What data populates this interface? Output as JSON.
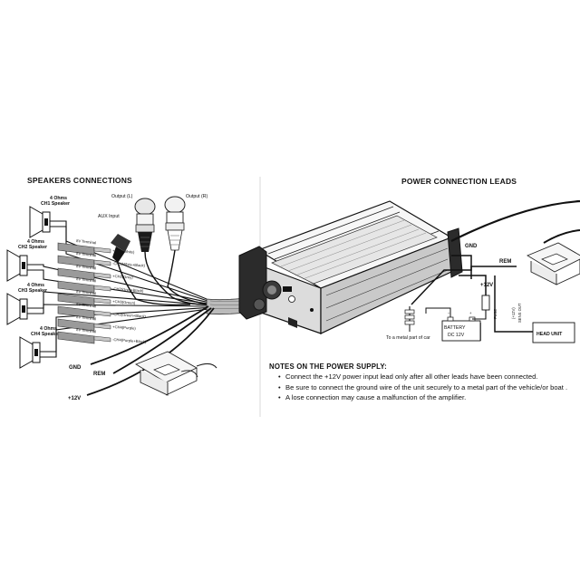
{
  "speakers_section": {
    "title": "SPEAKERS CONNECTIONS",
    "speakers": [
      {
        "ohms": "4 Ohms",
        "name": "CH1 Speaker"
      },
      {
        "ohms": "4 Ohms",
        "name": "CH2 Speaker"
      },
      {
        "ohms": "4 Ohms",
        "name": "CH3 Speaker"
      },
      {
        "ohms": "4 Ohms",
        "name": "CH4 Speaker"
      }
    ],
    "jacks": {
      "aux": "AUX Input",
      "left": "Output (L)",
      "right": "Output (R)"
    },
    "terminal_label": "8V Terminal",
    "wires": [
      "+CH1(White)",
      "-CH1(White+Black)",
      "+CH2(Grey)",
      "-CH2(Grey+Black)",
      "+CH3(Green)",
      "-CH3(Green+Black)",
      "+CH4(Purple)",
      "-CH4(Purple+Black)"
    ],
    "gnd": "GND",
    "rem": "REM",
    "plus12": "+12V"
  },
  "power_section": {
    "title": "POWER CONNECTION LEADS",
    "gnd": "GND",
    "rem": "REM",
    "plus12": "+12V",
    "battery": [
      "BATTERY",
      "DC 12V"
    ],
    "fuse": "FUSE",
    "metal_part": "To a metal part of car",
    "sens_out": [
      "(+12V)",
      "SENS OUT"
    ],
    "head_unit": "HEAD UNIT",
    "minus": "−",
    "plus": "+"
  },
  "notes": {
    "title": "NOTES ON THE POWER SUPPLY:",
    "items": [
      "Connect the +12V power input lead only after all other leads have been connected.",
      "Be sure to connect the ground wire of the unit securely to a metal part of the vehicle/or boat .",
      "A lose connection may cause a malfunction of the amplifier."
    ]
  }
}
